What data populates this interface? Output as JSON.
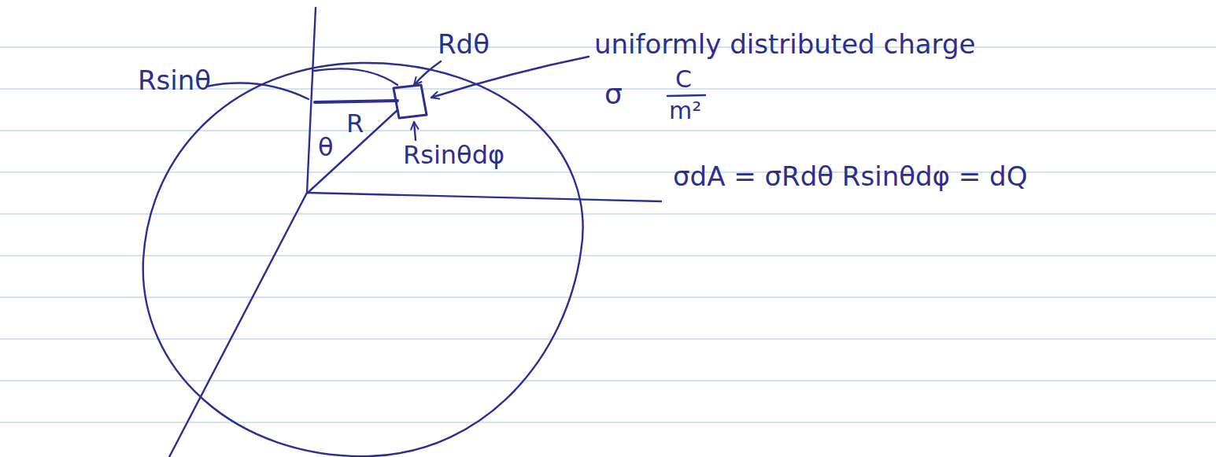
{
  "diagram": {
    "labels": [
      "Rsinθ",
      "Rdθ",
      "θ",
      "R",
      "uniformly distributed charge",
      "σ",
      "C",
      "m²",
      "Rsinθdφ",
      "σdA = σRdθ Rsinθdφ = dQ"
    ]
  }
}
